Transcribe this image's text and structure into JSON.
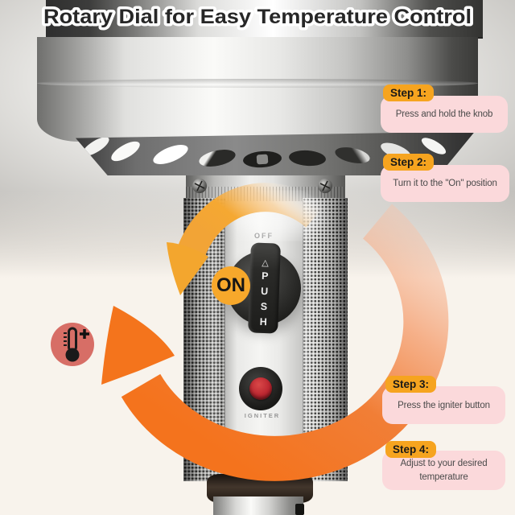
{
  "title": "Rotary Dial for Easy Temperature Control",
  "steps": [
    {
      "badge": "Step 1:",
      "text": "Press and hold the knob"
    },
    {
      "badge": "Step 2:",
      "text": "Turn it to the \"On\" position"
    },
    {
      "badge": "Step 3:",
      "text": "Press the igniter button"
    },
    {
      "badge": "Step 4:",
      "text": "Adjust to your desired temperature"
    }
  ],
  "dial": {
    "off_label": "OFF",
    "arrow_glyph": "△",
    "push_label": "PUSH",
    "on_label": "ON",
    "igniter_label": "IGNITER"
  },
  "colors": {
    "accent_orange": "#f4731d",
    "badge_amber": "#f6a41f",
    "pink_box": "#fbd9db",
    "cream_bg": "#f8f3ec",
    "on_circle": "#f7a82b",
    "igniter_red": "#bb2630",
    "thermo_circle": "#d76e66"
  }
}
